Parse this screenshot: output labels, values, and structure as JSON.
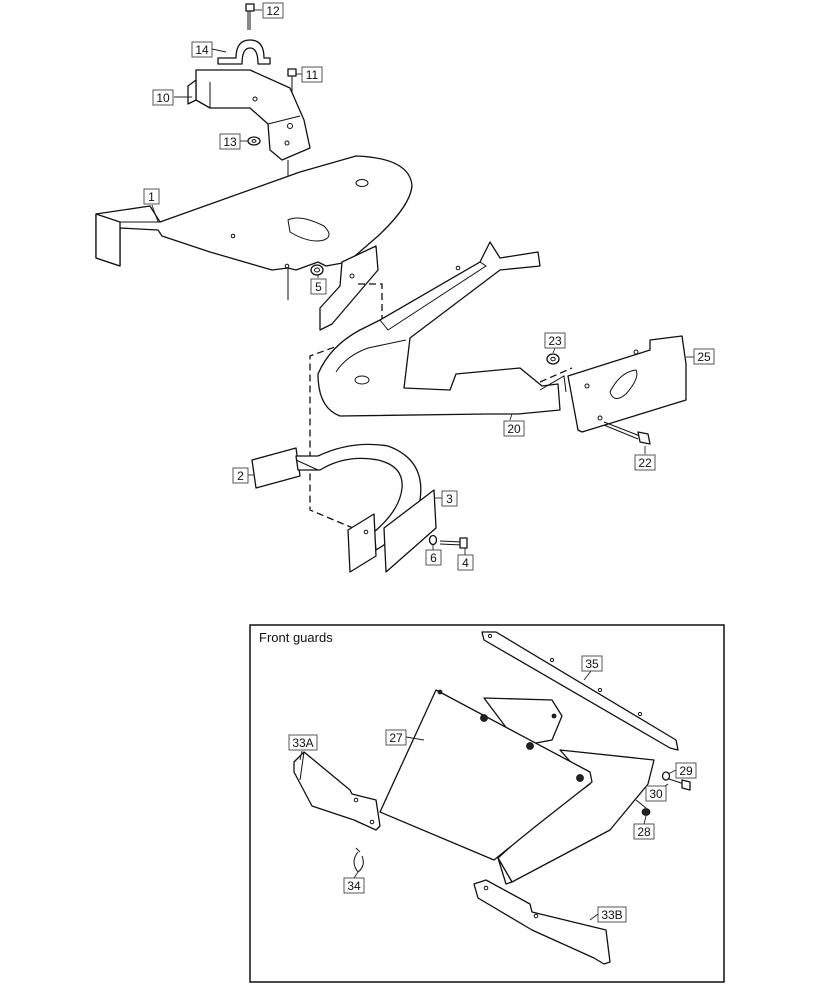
{
  "inset": {
    "title": "Front guards"
  },
  "labels": {
    "p1": "1",
    "p2": "2",
    "p3": "3",
    "p4": "4",
    "p5": "5",
    "p6": "6",
    "p10": "10",
    "p11": "11",
    "p12": "12",
    "p13": "13",
    "p14": "14",
    "p20": "20",
    "p22": "22",
    "p23": "23",
    "p25": "25",
    "p27": "27",
    "p28": "28",
    "p29": "29",
    "p30": "30",
    "p33a": "33A",
    "p33b": "33B",
    "p34": "34",
    "p35": "35"
  }
}
